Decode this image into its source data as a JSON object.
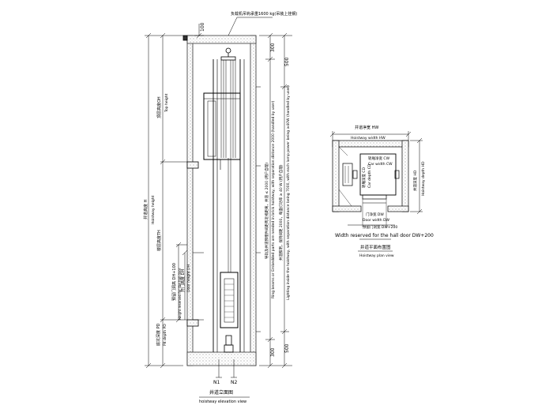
{
  "elevation": {
    "top_note": "负载机吊钩承重1600 kg(吊装上挂钢)",
    "dim_100": "100",
    "dim_300_top": "300",
    "dim_500_top": "500",
    "dim_300_bottom": "300",
    "dim_500_bottom": "500",
    "top_height_cn": "顶层高度OH",
    "top_height_en": "Top height",
    "hoistway_height_cn": "井道高度 H",
    "hoistway_height_en": "Hoistway height",
    "floor_height_cn": "楼层高度TH",
    "door_hole_cn": "预留门洞高 DH+100",
    "door_hole_en": "Height reserved for the hall door",
    "door_height_cn": "开门高度 DH",
    "door_height_en": "Door height  DH",
    "pit_cn": "底坑深度 PD",
    "pit_en": "Pit depth  PD",
    "ring_beam_cn": "导轨及井道预埋件间距两近视距离，井道 ≤ 2000 (用户自理)",
    "ring_beam_en": "Ring beams or Embedded parts are needed in brick hoistway, with separation distance 2000 (handled by user)",
    "lighting_cn": "井道照明，保持间距 2000，每盏灯功率 ≥ 40 W (用户自理)",
    "lighting_en": "Lighting inside the hoistway, with separation distance being 7000, with each lamp power being ≥40W (handled by user)",
    "n1": "N1",
    "n2": "N2",
    "caption_cn": "井道立面图",
    "caption_en": "hoistway elevation view"
  },
  "plan": {
    "hw_cn": "井道净宽 HW",
    "hw_en": "Hoistway width  HW",
    "cw_cn": "轿厢净宽 CW",
    "cw_en": "Car width  CW",
    "cd_cn": "轿厢深度 CD",
    "cd_en": "Car depth  CD",
    "hd_cn": "井道深度 HD",
    "hd_en": "Hoistway depth  HD",
    "dw_cn": "门净宽 DW",
    "dw_en": "Door width  DW",
    "dw200_cn": "预留门洞宽 DW+200",
    "hall_door": "Width reserved for the hall door  DW+200",
    "caption_cn": "井道平面布置图",
    "caption_en": "Hoistway plan view"
  }
}
